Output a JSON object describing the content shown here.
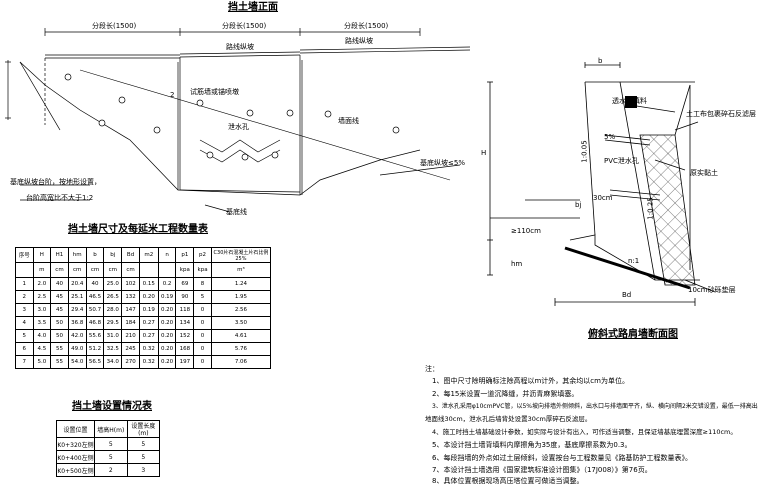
{
  "front_view": {
    "title": "挡土墙正面",
    "segment_labels": [
      "分段长(1500)",
      "分段长(1500)",
      "分段长(1500)"
    ],
    "road_labels": [
      "路线纵坡",
      "路线纵坡"
    ],
    "number_2": "2",
    "pile_label": "试筋墙或锚喷墩",
    "drain_label_left": "泄水孔",
    "drain_label_right": "墙面线",
    "slope_note": "基底纵坡≤5%",
    "left_note_1": "基底纵坡台阶，按地形设置，",
    "left_note_2": "台阶高宽比不大于1:2",
    "base_label": "基底线"
  },
  "dims_table": {
    "title": "挡土墙尺寸及每延米工程数量表",
    "headers": [
      "序号",
      "H",
      "H1",
      "hm",
      "b",
      "bj",
      "Bd",
      "m2",
      "n",
      "p1",
      "p2",
      "C30片石混凝土片石比例25%"
    ],
    "units": [
      "",
      "m",
      "cm",
      "cm",
      "cm",
      "cm",
      "cm",
      "",
      "",
      "kpa",
      "kpa",
      "m³"
    ],
    "rows": [
      [
        "1",
        "2.0",
        "40",
        "20.4",
        "40",
        "25.0",
        "102",
        "0.15",
        "0.2",
        "69",
        "8",
        "1.24"
      ],
      [
        "2",
        "2.5",
        "45",
        "25.1",
        "46.5",
        "26.5",
        "132",
        "0.20",
        "0.19",
        "90",
        "5",
        "1.95"
      ],
      [
        "3",
        "3.0",
        "45",
        "29.4",
        "50.7",
        "28.0",
        "147",
        "0.19",
        "0.20",
        "118",
        "0",
        "2.56"
      ],
      [
        "4",
        "3.5",
        "50",
        "36.8",
        "46.8",
        "29.5",
        "184",
        "0.27",
        "0.20",
        "134",
        "0",
        "3.50"
      ],
      [
        "5",
        "4.0",
        "50",
        "42.0",
        "55.6",
        "31.0",
        "210",
        "0.27",
        "0.20",
        "152",
        "0",
        "4.61"
      ],
      [
        "6",
        "4.5",
        "55",
        "49.0",
        "51.2",
        "32.5",
        "245",
        "0.32",
        "0.20",
        "168",
        "0",
        "5.76"
      ],
      [
        "7",
        "5.0",
        "55",
        "54.0",
        "56.5",
        "34.0",
        "270",
        "0.32",
        "0.20",
        "197",
        "0",
        "7.06"
      ]
    ]
  },
  "setting_table": {
    "title": "挡土墙设置情况表",
    "headers": [
      "设置位置",
      "墙高H(m)",
      "设置长度(m)"
    ],
    "rows": [
      [
        "K0+320左侧",
        "5",
        "5"
      ],
      [
        "K0+400左侧",
        "5",
        "5"
      ],
      [
        "K0+500左侧",
        "2",
        "3"
      ]
    ]
  },
  "section_view": {
    "title": "俯斜式路肩墙断面图",
    "label_b": "b",
    "label_H": "H",
    "label_fill": "透水性填料",
    "label_gravel": "土工布包裹碎石反滤层",
    "label_pvc": "PVC泄水孔",
    "label_soil": "原实黏土",
    "label_ratio_left": "1:0.05",
    "label_ratio_right": "1:0.25",
    "label_slope": "5%",
    "label_bj": "bj",
    "label_110": "≥110cm",
    "label_hm": "hm",
    "label_30cm": "30cm",
    "label_n": "n:1",
    "label_Bd": "Bd",
    "label_base": "10cm砂砾垫层"
  },
  "notes": {
    "heading": "注：",
    "items": [
      "1、图中尺寸除明确标注除高程以m计外，其余均以cm为单位。",
      "2、每15米设置一道沉降缝，并沥青麻絮填塞。",
      "3、泄水孔采用φ10cmPVC管，以5%坡向排墙外侧倾斜，出水口与排墙面平齐，纵、横向间隔2米交错设置，最低一排高出",
      "地面线30cm，泄水孔后墙背处设置30cm厚碎石反滤层。",
      "4、施工时挡土墙基础设计参数，如实际与设计有出入，可作适当调整，且保证墙基底埋置深度≥110cm。",
      "5、本设计挡土墙背填料内摩擦角为35度，基底摩擦系数为0.3。",
      "6、每段挡墙的外点如过土层倾斜，设置按台与工程数量见《路基防护工程数量表》。",
      "7、本设计挡土墙选用《国家建筑标准设计图集》（17J008）》第76页。",
      "8、具体位置根据现场高压塔位置可做适当调整。"
    ]
  }
}
